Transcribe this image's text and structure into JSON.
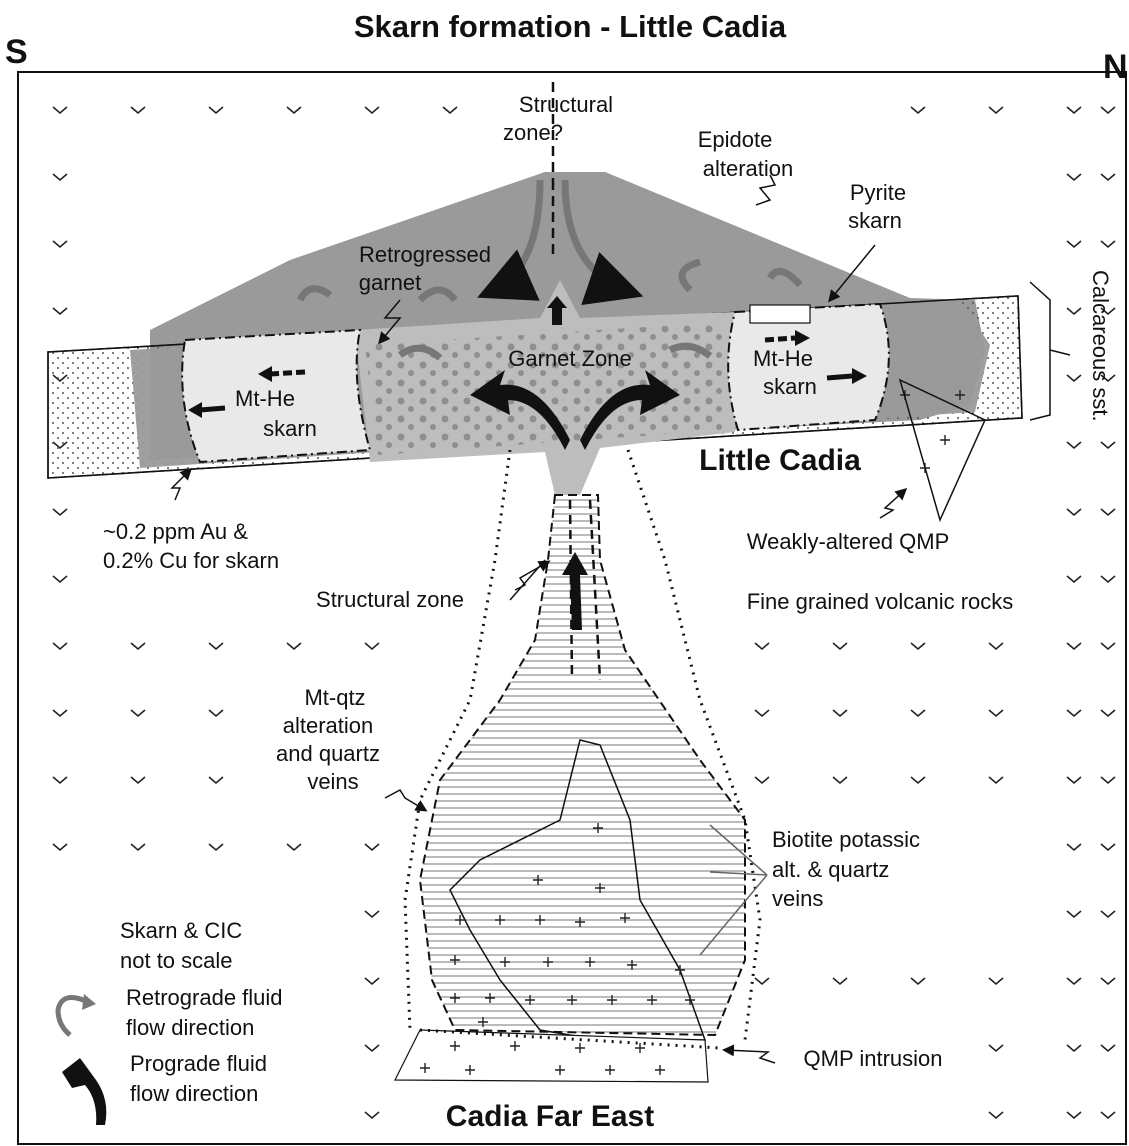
{
  "title": "Skarn formation  - Little Cadia",
  "compass": {
    "left": "S",
    "right": "N"
  },
  "labels": {
    "structural_zone_q": [
      "Structural",
      "zone?"
    ],
    "epidote": [
      "Epidote",
      "alteration"
    ],
    "pyrite": [
      "Pyrite",
      "skarn"
    ],
    "retrogressed": [
      "Retrogressed",
      "garnet"
    ],
    "garnet_zone": "Garnet Zone",
    "mthe_left": [
      "Mt-He",
      "skarn"
    ],
    "mthe_right": [
      "Mt-He",
      "skarn"
    ],
    "calcareous": "Calcareous sst.",
    "little_cadia": "Little Cadia",
    "au_cu": [
      "~0.2 ppm Au &",
      "0.2% Cu for skarn"
    ],
    "weakly_altered": "Weakly-altered QMP",
    "structural_zone": "Structural zone",
    "fine_grained": "Fine grained volcanic rocks",
    "mt_qtz": [
      "Mt-qtz",
      "alteration",
      "and quartz",
      "veins"
    ],
    "biotite": [
      "Biotite potassic",
      "alt. & quartz",
      "veins"
    ],
    "not_to_scale": [
      "Skarn & CIC",
      "not to scale"
    ],
    "qmp_intrusion": "QMP intrusion",
    "cadia_far_east": "Cadia Far East"
  },
  "legend": {
    "retrograde": [
      "Retrograde fluid",
      "flow direction"
    ],
    "prograde": [
      "Prograde fluid",
      "flow direction"
    ]
  },
  "colors": {
    "dark_grey": "#9a9a9a",
    "mid_grey": "#bdbdbd",
    "light_grey": "#e9e9e9",
    "outline": "#111111"
  }
}
